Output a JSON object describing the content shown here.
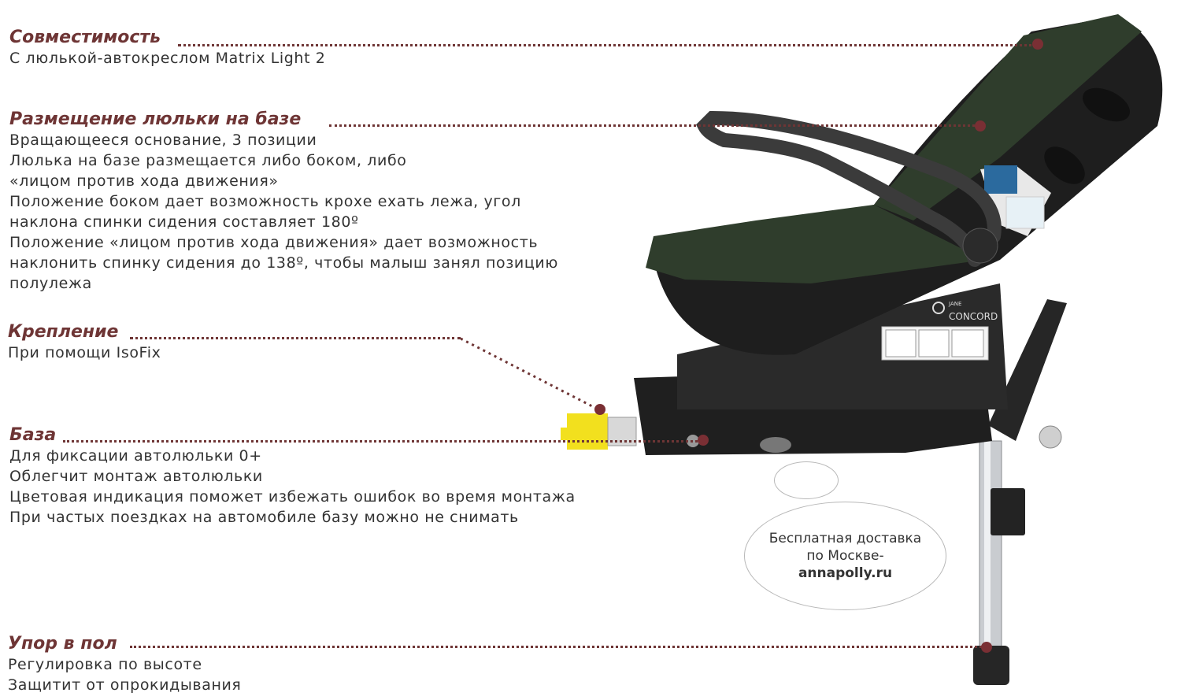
{
  "features": [
    {
      "key": "compat",
      "title": "Совместимость",
      "lines": [
        "С люлькой-автокреслом Matrix Light 2"
      ]
    },
    {
      "key": "place",
      "title": "Размещение люльки на базе",
      "lines": [
        "Вращающееся основание, 3 позиции",
        "Люлька на базе размещается либо боком, либо",
        "«лицом против хода движения»",
        "Положение боком дает возможность крохе ехать лежа, угол",
        "наклона спинки сидения составляет 180º",
        "Положение «лицом против хода движения» дает возможность",
        "наклонить спинку сидения до 138º, чтобы малыш занял позицию",
        "полулежа"
      ]
    },
    {
      "key": "mount",
      "title": "Крепление",
      "lines": [
        "При помощи IsoFix"
      ]
    },
    {
      "key": "base",
      "title": "База",
      "lines": [
        "Для фиксации автолюльки 0+",
        "Облегчит монтаж автолюльки",
        "Цветовая индикация поможет избежать ошибок во время монтажа",
        "При частых поездках на автомобиле базу можно не снимать"
      ]
    },
    {
      "key": "leg",
      "title": "Упор в пол",
      "lines": [
        "Регулировка по высоте",
        "Защитит от опрокидывания"
      ]
    }
  ],
  "promo": {
    "line1": "Бесплатная доставка",
    "line2": "по Москве-",
    "site": "annapolly.ru"
  },
  "brand": {
    "line1": "JANE",
    "line2": "CONCORD"
  },
  "colors": {
    "accent": "#6e3535",
    "dot": "#7a2f34",
    "fabric": "#2f3d2c",
    "shell": "#1e1e1e",
    "isofix": "#f2e01e"
  }
}
